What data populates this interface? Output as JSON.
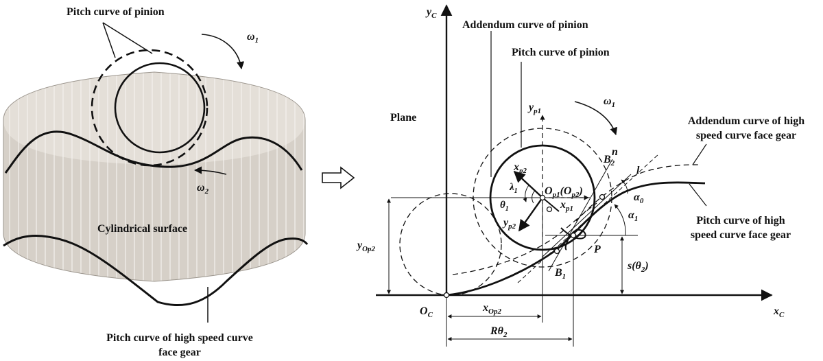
{
  "left_figure": {
    "pitch_pinion_label": "Pitch curve of pinion",
    "omega1": "ω",
    "omega1_sub": "1",
    "omega2": "ω",
    "omega2_sub": "2",
    "cylinder_label": "Cylindrical surface",
    "bottom_label_line1": "Pitch curve of high speed curve",
    "bottom_label_line2": "face gear"
  },
  "right_figure": {
    "yc": "y",
    "yc_sub": "C",
    "xc": "x",
    "xc_sub": "C",
    "oc": "O",
    "oc_sub": "C",
    "addendum_pinion": "Addendum curve of pinion",
    "pitch_pinion": "Pitch curve of pinion",
    "plane": "Plane",
    "yp1": "y",
    "yp1_sub": "p1",
    "omega1": "ω",
    "omega1_sub": "1",
    "n_label": "n",
    "l_label": "l",
    "addendum_face_line1": "Addendum curve of high",
    "addendum_face_line2": "speed curve face gear",
    "b2": "B",
    "b2_sub": "2",
    "xp2": "x",
    "xp2_sub": "p2",
    "lambda1": "λ",
    "lambda1_sub": "1",
    "op1": "O",
    "op1_sub": "p1",
    "op2_open": "(O",
    "op2_sub": "p2",
    "op2_close": ")",
    "theta1": "θ",
    "theta1_sub": "1",
    "xp1": "x",
    "xp1_sub": "p1",
    "yp2": "y",
    "yp2_sub": "p2",
    "alpha0": "α",
    "alpha0_sub": "0",
    "alpha1": "α",
    "alpha1_sub": "1",
    "pitch_face_line1": "Pitch curve of high",
    "pitch_face_line2": "speed curve face gear",
    "yop2": "y",
    "yop2_sub": "Op2",
    "p_label": "P",
    "s_label": "s(θ",
    "s_sub": "2",
    "s_close": ")",
    "b1": "B",
    "b1_sub": "1",
    "xop2": "x",
    "xop2_sub": "Op2",
    "rtheta": "Rθ",
    "rtheta_sub": "2"
  },
  "colors": {
    "ink": "#111111",
    "cylinder_fill": "#d6d0c8"
  }
}
